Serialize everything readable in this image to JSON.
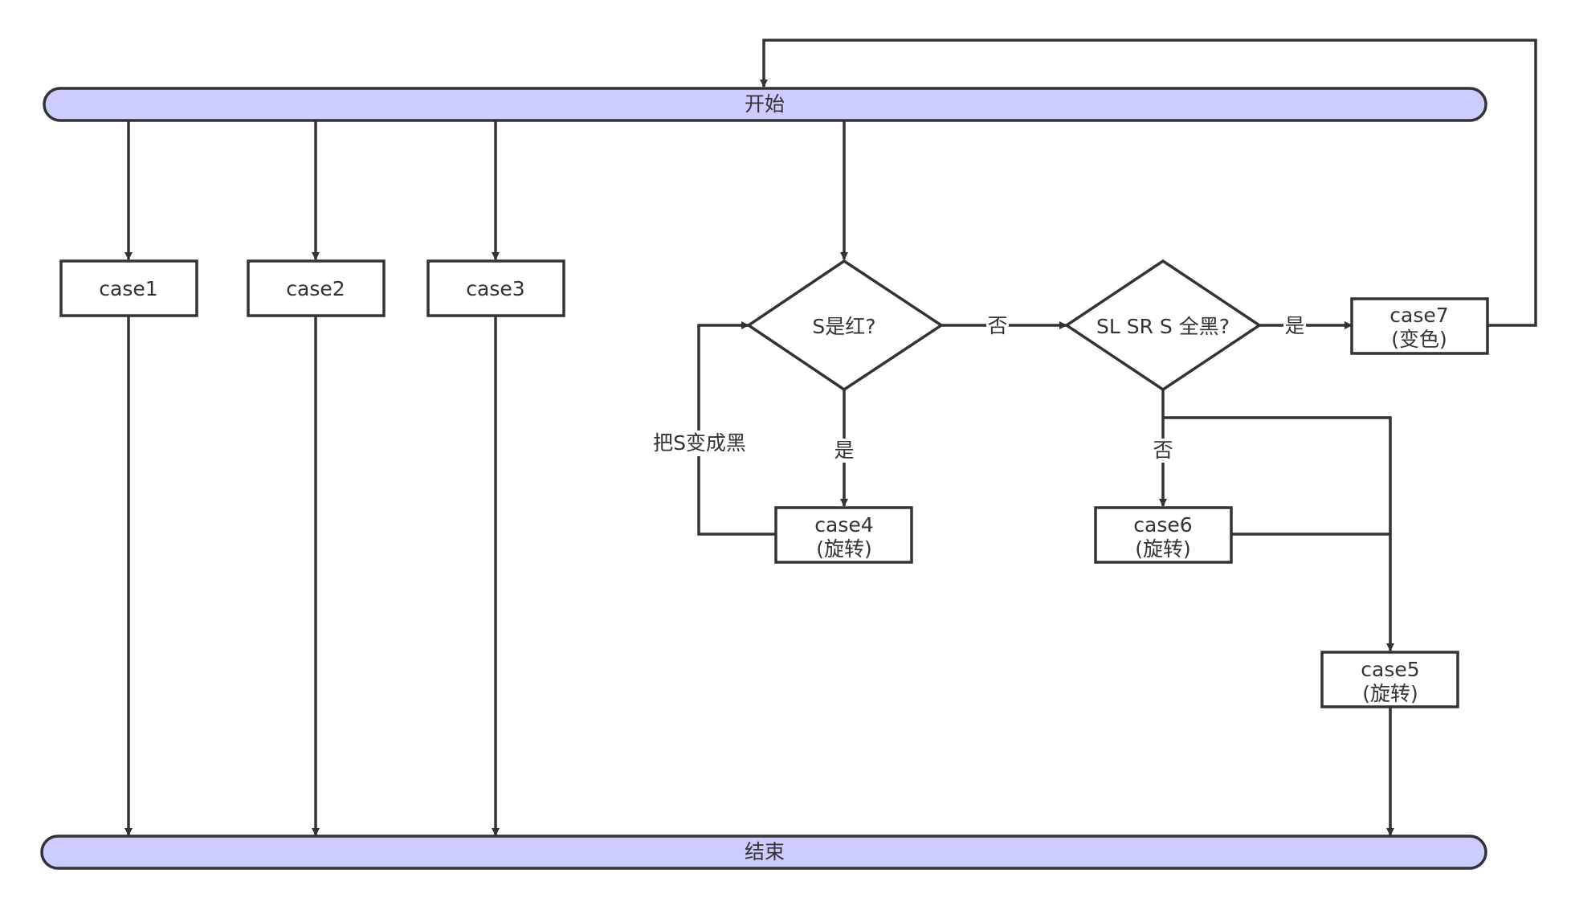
{
  "diagram": {
    "start": "开始",
    "end": "结束",
    "nodes": {
      "case1": "case1",
      "case2": "case2",
      "case3": "case3",
      "case4_line1": "case4",
      "case4_line2": "(旋转)",
      "case5_line1": "case5",
      "case5_line2": "(旋转)",
      "case6_line1": "case6",
      "case6_line2": "(旋转)",
      "case7_line1": "case7",
      "case7_line2": "(变色)",
      "decision_s_red": "S是红?",
      "decision_all_black": "SL SR S 全黑?"
    },
    "edge_labels": {
      "s_red_no": "否",
      "s_red_yes": "是",
      "recolor_s": "把S变成黑",
      "all_black_yes": "是",
      "all_black_no": "否"
    },
    "colors": {
      "bar_fill": "#ccccff",
      "stroke": "#333333"
    }
  }
}
